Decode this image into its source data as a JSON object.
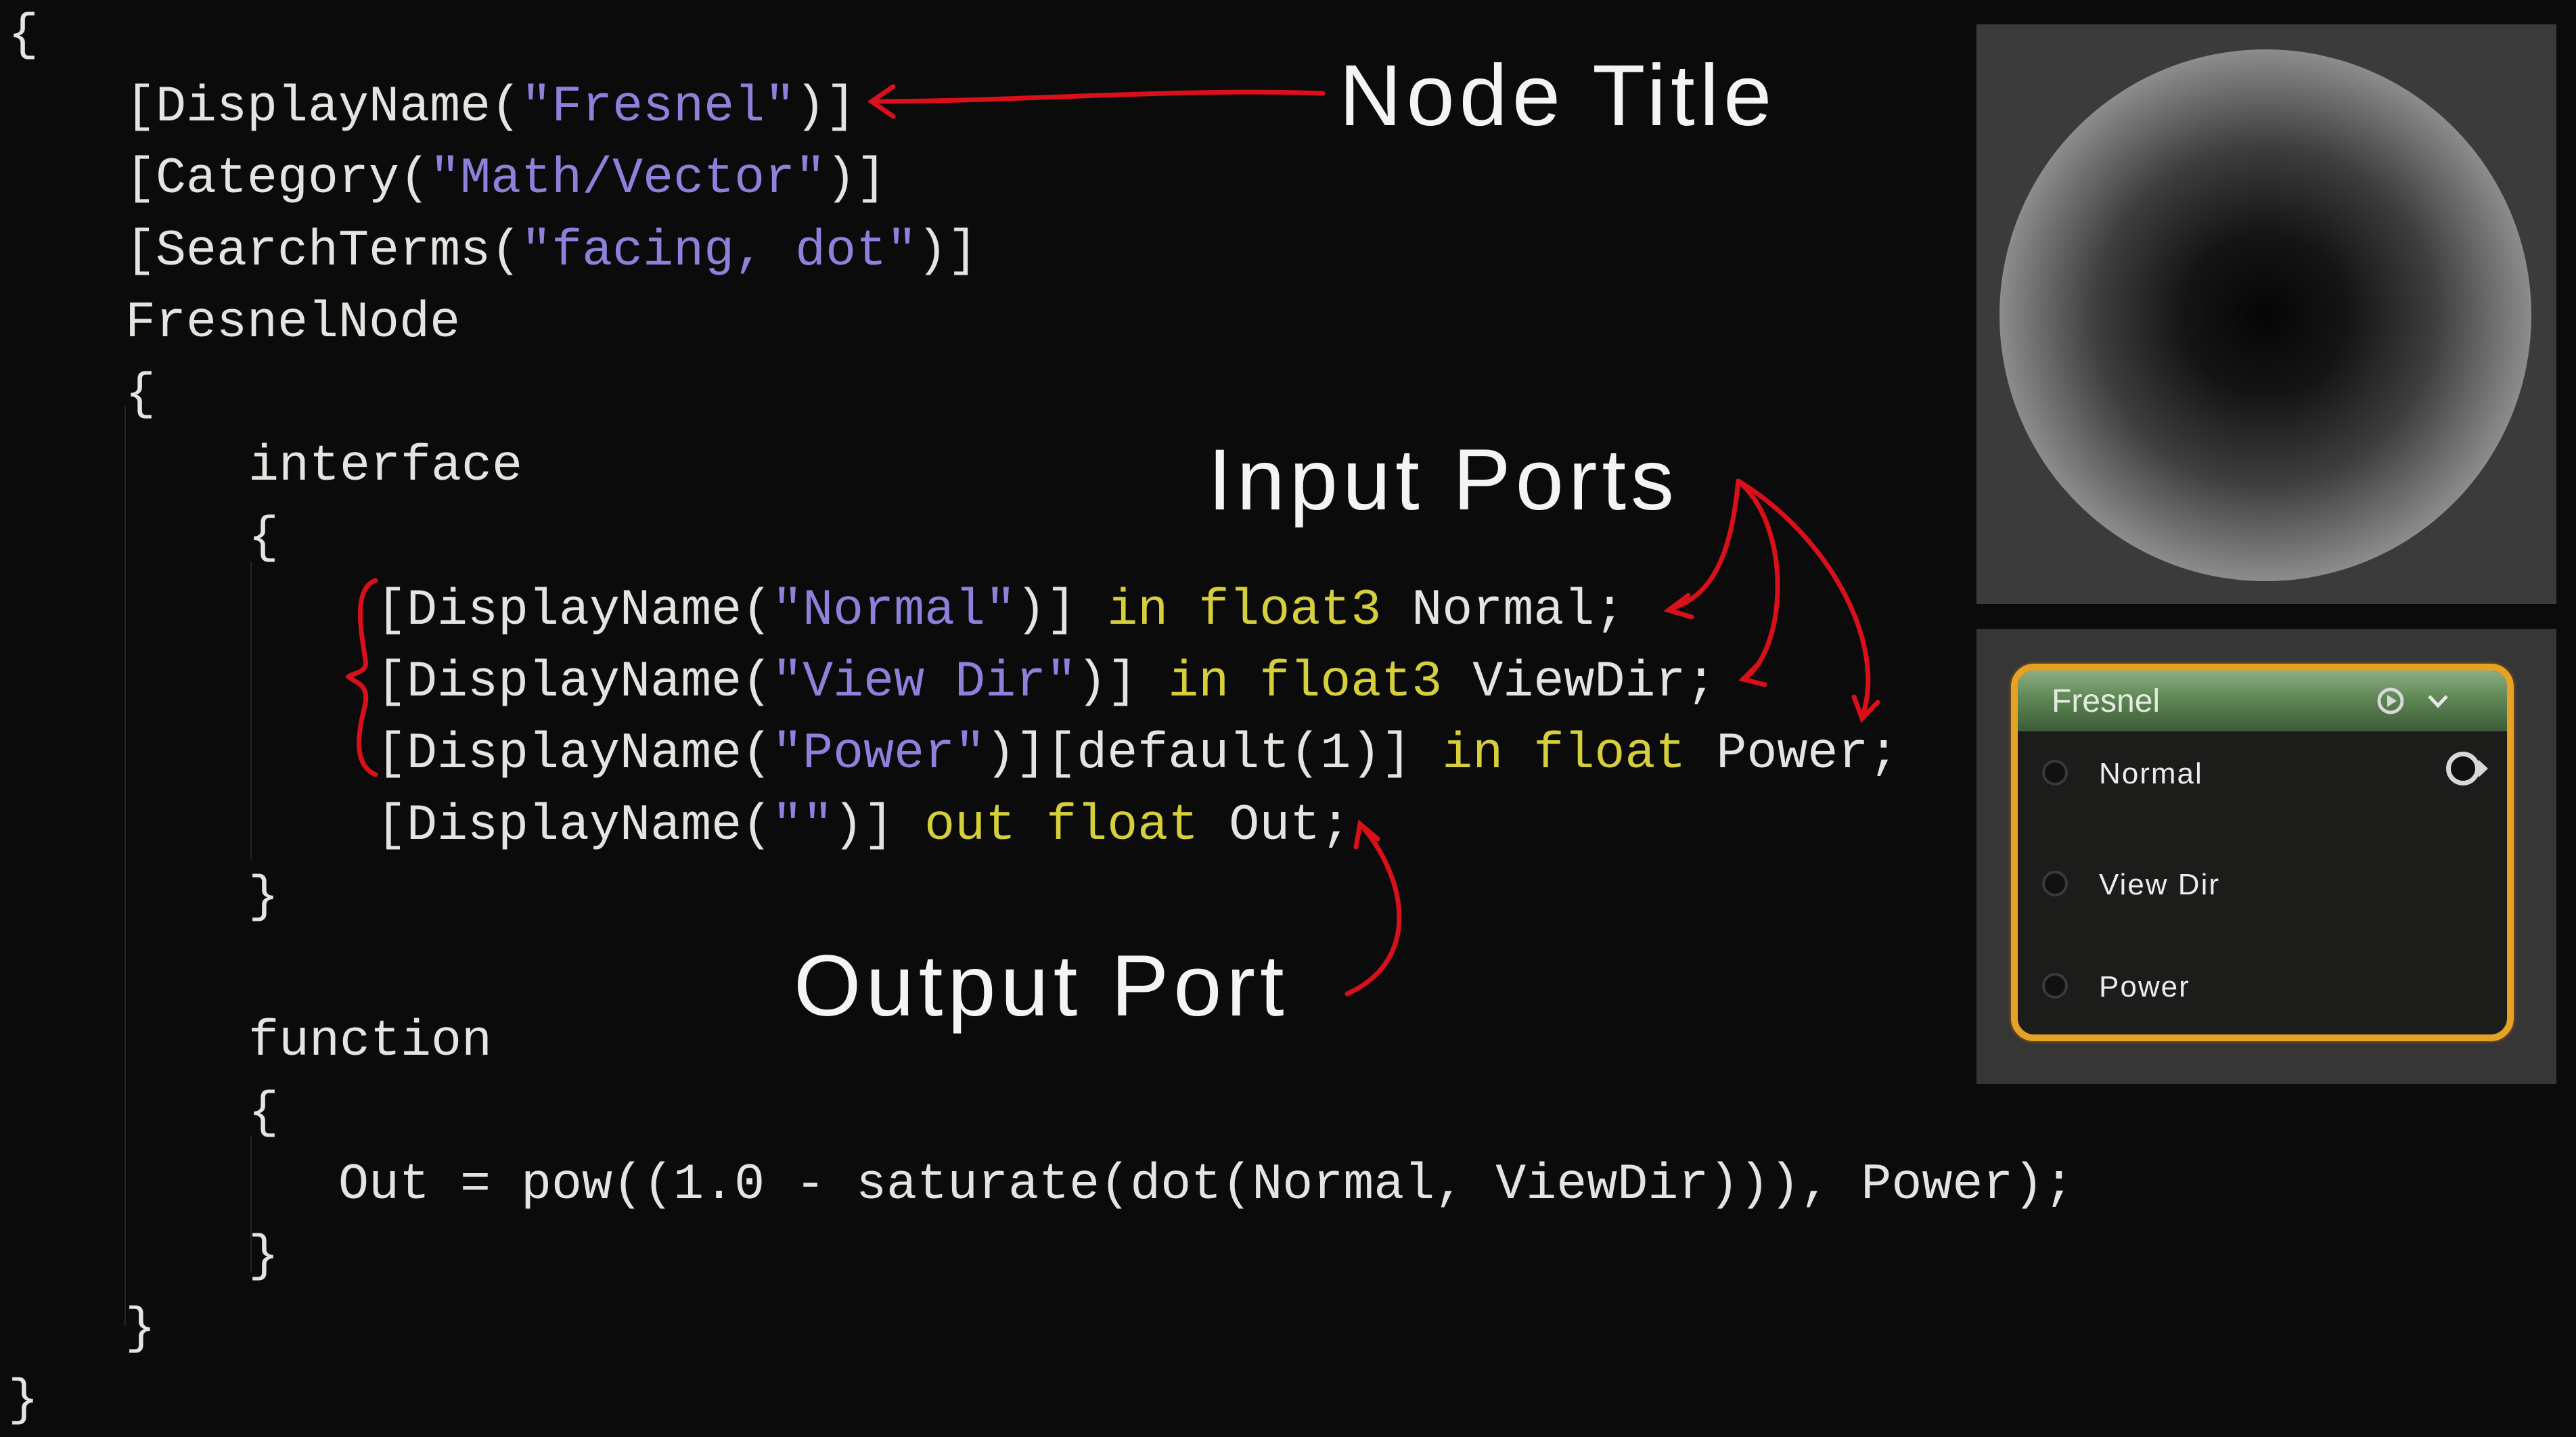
{
  "code": {
    "lines": [
      {
        "indent": 0,
        "segs": [
          {
            "t": "{",
            "c": "plain"
          }
        ]
      },
      {
        "indent": 1,
        "segs": [
          {
            "t": "[DisplayName(",
            "c": "plain"
          },
          {
            "t": "\"Fresnel\"",
            "c": "str"
          },
          {
            "t": ")]",
            "c": "plain"
          }
        ]
      },
      {
        "indent": 1,
        "segs": [
          {
            "t": "[Category(",
            "c": "plain"
          },
          {
            "t": "\"Math/Vector\"",
            "c": "str"
          },
          {
            "t": ")]",
            "c": "plain"
          }
        ]
      },
      {
        "indent": 1,
        "segs": [
          {
            "t": "[SearchTerms(",
            "c": "plain"
          },
          {
            "t": "\"facing, dot\"",
            "c": "str"
          },
          {
            "t": ")]",
            "c": "plain"
          }
        ]
      },
      {
        "indent": 1,
        "segs": [
          {
            "t": "FresnelNode",
            "c": "plain"
          }
        ]
      },
      {
        "indent": 1,
        "segs": [
          {
            "t": "{",
            "c": "plain"
          }
        ]
      },
      {
        "indent": 2,
        "segs": [
          {
            "t": "interface",
            "c": "plain"
          }
        ]
      },
      {
        "indent": 2,
        "segs": [
          {
            "t": "{",
            "c": "plain"
          }
        ]
      },
      {
        "indent": 3,
        "segs": [
          {
            "t": "[DisplayName(",
            "c": "plain"
          },
          {
            "t": "\"Normal\"",
            "c": "str"
          },
          {
            "t": ")] ",
            "c": "plain"
          },
          {
            "t": "in float3",
            "c": "kw"
          },
          {
            "t": " Normal;",
            "c": "plain"
          }
        ]
      },
      {
        "indent": 3,
        "segs": [
          {
            "t": "[DisplayName(",
            "c": "plain"
          },
          {
            "t": "\"View Dir\"",
            "c": "str"
          },
          {
            "t": ")] ",
            "c": "plain"
          },
          {
            "t": "in float3",
            "c": "kw"
          },
          {
            "t": " ViewDir;",
            "c": "plain"
          }
        ]
      },
      {
        "indent": 3,
        "segs": [
          {
            "t": "[DisplayName(",
            "c": "plain"
          },
          {
            "t": "\"Power\"",
            "c": "str"
          },
          {
            "t": ")][default(1)] ",
            "c": "plain"
          },
          {
            "t": "in float",
            "c": "kw"
          },
          {
            "t": " Power;",
            "c": "plain"
          }
        ]
      },
      {
        "indent": 3,
        "segs": [
          {
            "t": "[DisplayName(",
            "c": "plain"
          },
          {
            "t": "\"\"",
            "c": "str"
          },
          {
            "t": ")] ",
            "c": "plain"
          },
          {
            "t": "out float",
            "c": "kw"
          },
          {
            "t": " Out;",
            "c": "plain"
          }
        ]
      },
      {
        "indent": 2,
        "segs": [
          {
            "t": "}",
            "c": "plain"
          }
        ]
      },
      {
        "indent": 2,
        "segs": []
      },
      {
        "indent": 2,
        "segs": [
          {
            "t": "function",
            "c": "plain"
          }
        ]
      },
      {
        "indent": 2,
        "segs": [
          {
            "t": "{",
            "c": "plain"
          }
        ]
      },
      {
        "indent": 4,
        "segs": [
          {
            "t": "Out = pow((1.0 - saturate(dot(Normal, ViewDir))), Power);",
            "c": "plain"
          }
        ]
      },
      {
        "indent": 2,
        "segs": [
          {
            "t": "}",
            "c": "plain"
          }
        ]
      },
      {
        "indent": 1,
        "segs": [
          {
            "t": "}",
            "c": "plain"
          }
        ]
      },
      {
        "indent": 0,
        "segs": [
          {
            "t": "}",
            "c": "plain"
          }
        ]
      }
    ]
  },
  "annotations": {
    "node_title": "Node Title",
    "input_ports": "Input Ports",
    "output_port": "Output Port"
  },
  "node": {
    "title": "Fresnel",
    "header_icons": [
      "preview-play-icon",
      "chevron-down-icon"
    ],
    "inputs": [
      "Normal",
      "View Dir",
      "Power"
    ]
  },
  "colors": {
    "background": "#0c0b0b",
    "string": "#8c82dc",
    "keyword": "#d6cf3c",
    "annotation_arrow": "#d8101a",
    "node_border": "#e6a224",
    "node_header": "#5f8755"
  }
}
